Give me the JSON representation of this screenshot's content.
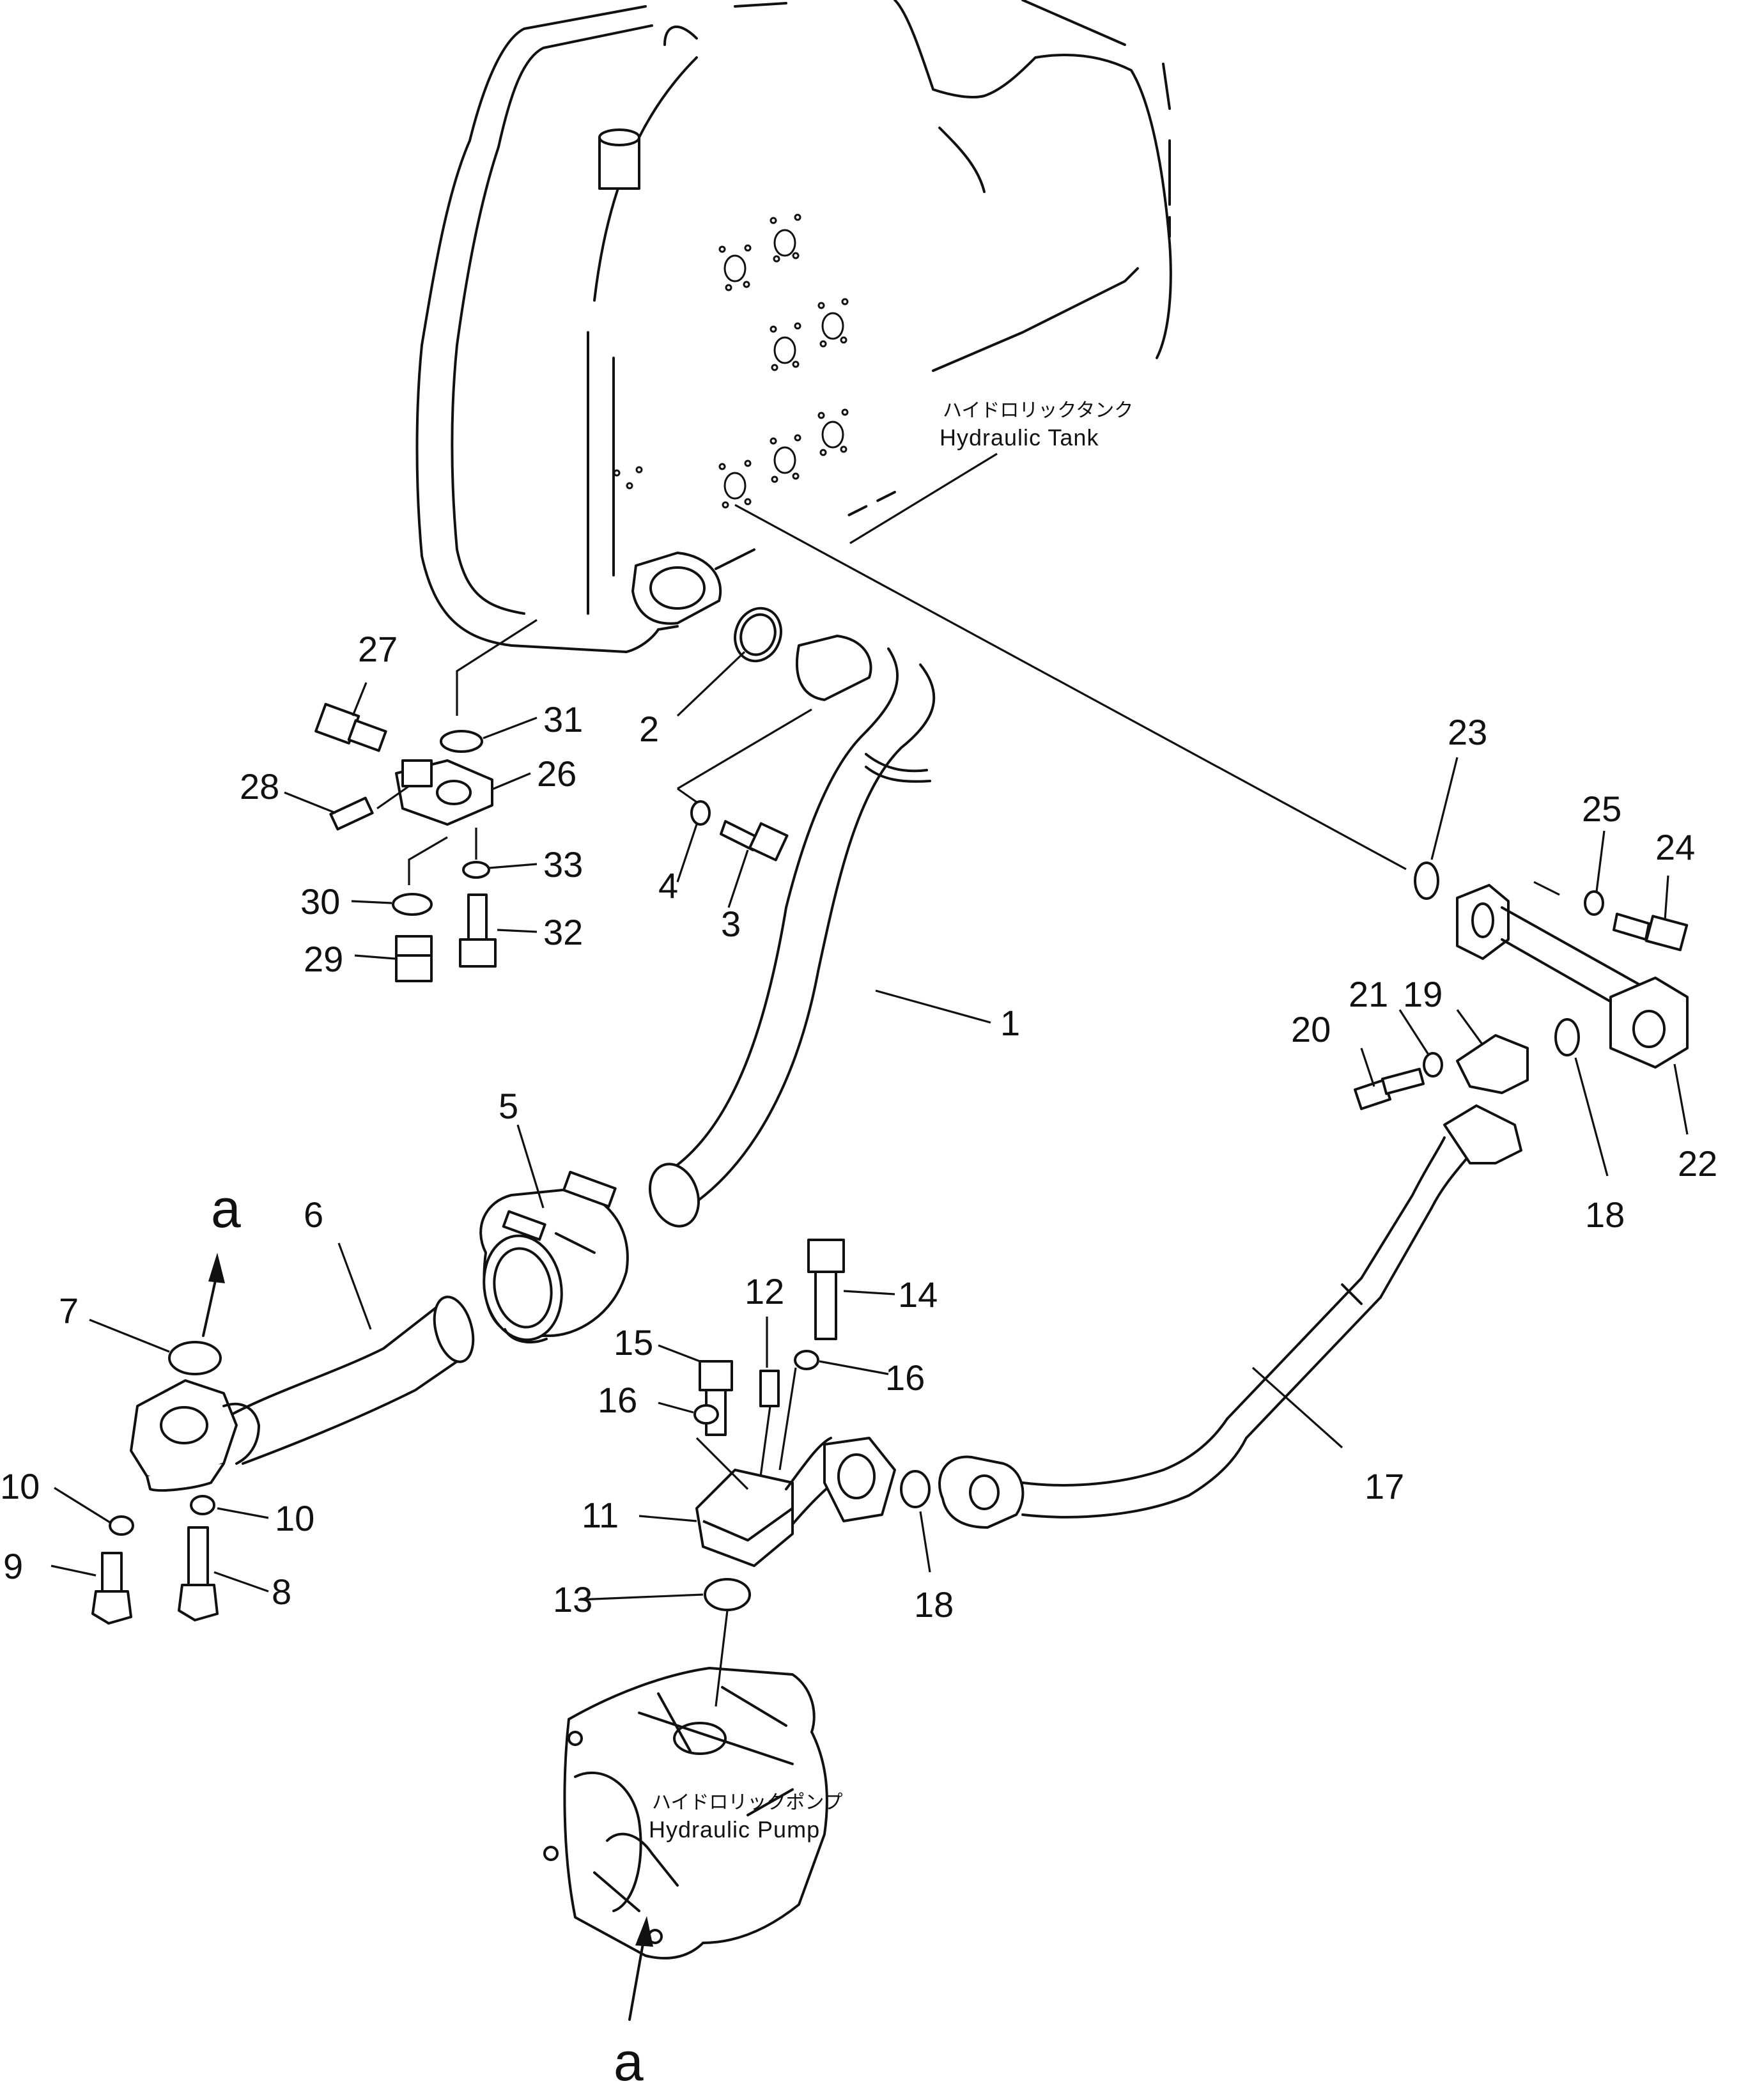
{
  "labels": {
    "tank_jp": "ハイドロリックタンク",
    "tank_en": "Hydraulic  Tank",
    "pump_jp": "ハイドロリックポンプ",
    "pump_en": "Hydraulic  Pump",
    "ref_top": "a",
    "ref_bottom": "a"
  },
  "callouts": {
    "c1": "1",
    "c2": "2",
    "c3": "3",
    "c4": "4",
    "c5": "5",
    "c6": "6",
    "c7": "7",
    "c8": "8",
    "c9": "9",
    "c10a": "10",
    "c10b": "10",
    "c11": "11",
    "c12": "12",
    "c13": "13",
    "c14": "14",
    "c15": "15",
    "c16a": "16",
    "c16b": "16",
    "c17": "17",
    "c18a": "18",
    "c18b": "18",
    "c19": "19",
    "c20": "20",
    "c21": "21",
    "c22": "22",
    "c23": "23",
    "c24": "24",
    "c25": "25",
    "c26": "26",
    "c27": "27",
    "c28": "28",
    "c29": "29",
    "c30": "30",
    "c31": "31",
    "c32": "32",
    "c33": "33"
  }
}
